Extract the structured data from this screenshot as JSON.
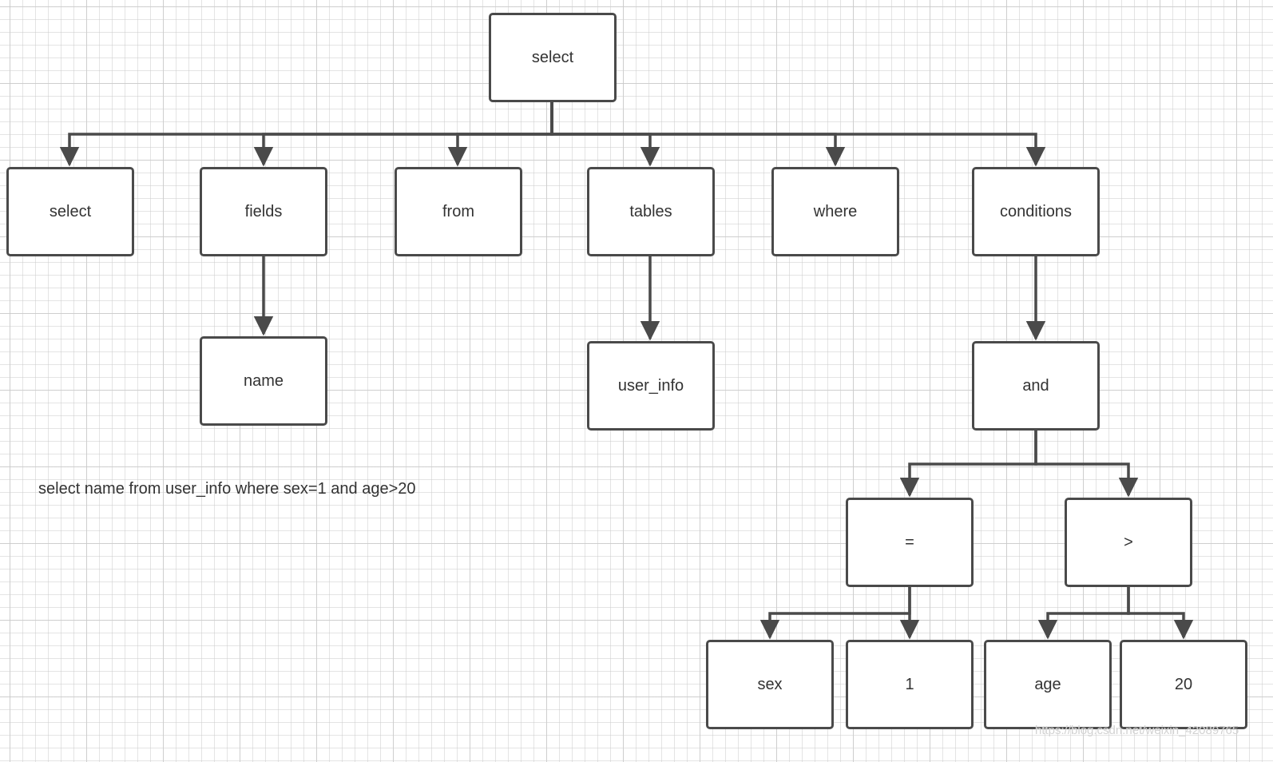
{
  "diagram": {
    "nodes": {
      "root": "select",
      "select": "select",
      "fields": "fields",
      "from": "from",
      "tables": "tables",
      "where": "where",
      "conditions": "conditions",
      "name": "name",
      "user_info": "user_info",
      "and": "and",
      "eq": "=",
      "gt": ">",
      "sex": "sex",
      "one": "1",
      "age": "age",
      "twenty": "20"
    },
    "query": "select name from user_info where sex=1 and age>20",
    "watermark": "https://blog.csdn.net/weixin_42089765"
  },
  "colors": {
    "line": "#4a4a4a",
    "text": "#333333",
    "grid": "#cdcdcd"
  }
}
